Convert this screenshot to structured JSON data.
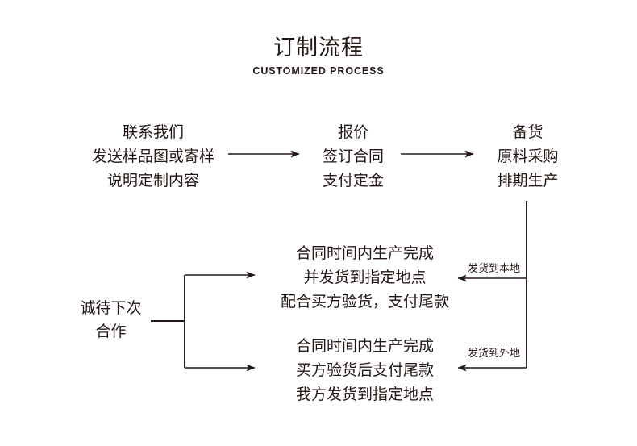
{
  "header": {
    "title": "订制流程",
    "subtitle": "CUSTOMIZED PROCESS"
  },
  "theme": {
    "ink": "#231815",
    "background": "#ffffff"
  },
  "steps": [
    {
      "id": "contact",
      "lines": [
        "联系我们",
        "发送样品图或寄样",
        "说明定制内容"
      ]
    },
    {
      "id": "quote",
      "lines": [
        "报价",
        "签订合同",
        "支付定金"
      ]
    },
    {
      "id": "stock",
      "lines": [
        "备货",
        "原料采购",
        "排期生产"
      ]
    },
    {
      "id": "local-delivery",
      "lines": [
        "合同时间内生产完成",
        "并发货到指定地点",
        "配合买方验货，支付尾款"
      ]
    },
    {
      "id": "remote-delivery",
      "lines": [
        "合同时间内生产完成",
        "买方验货后支付尾款",
        "我方发货到指定地点"
      ]
    },
    {
      "id": "cooperate-again",
      "lines": [
        "诚待下次",
        "合作"
      ]
    }
  ],
  "branch_labels": {
    "local": "发货到本地",
    "remote": "发货到外地"
  }
}
